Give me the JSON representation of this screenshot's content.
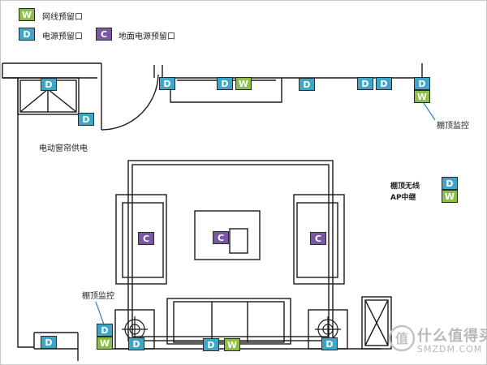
{
  "legend": {
    "wifi": {
      "code": "W",
      "label": "网线预留口"
    },
    "power": {
      "code": "D",
      "label": "电源预留口"
    },
    "floor": {
      "code": "C",
      "label": "地面电源预留口"
    }
  },
  "labels": {
    "curtain": "电动窗帘供电",
    "ceiling_monitor_right": "棚顶监控",
    "ceiling_monitor_left": "棚顶监控",
    "ap_line1": "棚顶无线",
    "ap_line2": "AP中继"
  },
  "watermark": {
    "cn": "什么值得买",
    "en": "SMZDM.COM"
  },
  "colors": {
    "power": "#3ea7c8",
    "network": "#8cbf46",
    "floor": "#7a59a2"
  }
}
